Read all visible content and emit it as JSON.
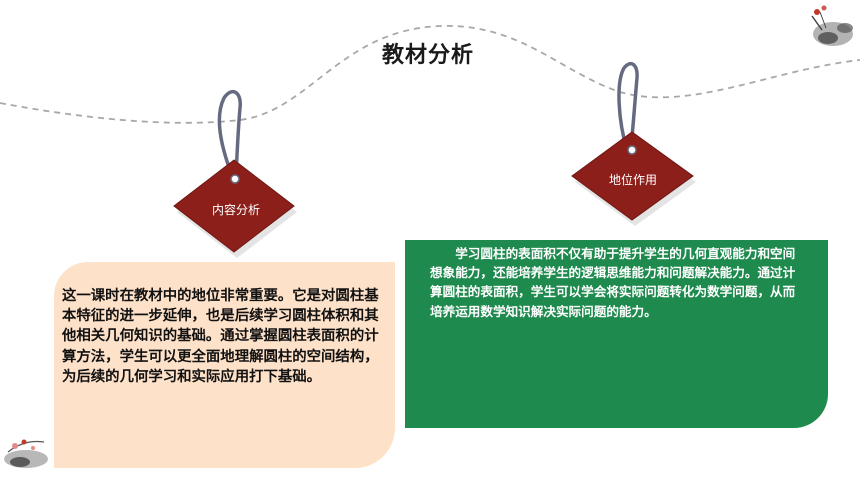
{
  "title": "教材分析",
  "tags": {
    "left": "内容分析",
    "right": "地位作用"
  },
  "content": {
    "left_paragraph": "这一课时在教材中的地位非常重要。它是对圆柱基本特征的进一步延伸，也是后续学习圆柱体积和其他相关几何知识的基础。通过掌握圆柱表面积的计算方法，学生可以更全面地理解圆柱的空间结构，为后续的几何学习和实际应用打下基础。",
    "right_paragraph": "学习圆柱的表面积不仅有助于提升学生的几何直观能力和空间想象能力，还能培养学生的逻辑思维能力和问题解决能力。通过计算圆柱的表面积，学生可以学会将实际问题转化为数学问题，从而培养运用数学知识解决实际问题的能力。"
  },
  "colors": {
    "tag_fill": "#8c1f1a",
    "tag_string": "#666a80",
    "left_box": "#fde1c8",
    "right_box": "#1e8a4e"
  },
  "icons": [
    "ink-painting-landscape-icon",
    "ink-flower-branch-icon",
    "hanging-tag-icon"
  ]
}
